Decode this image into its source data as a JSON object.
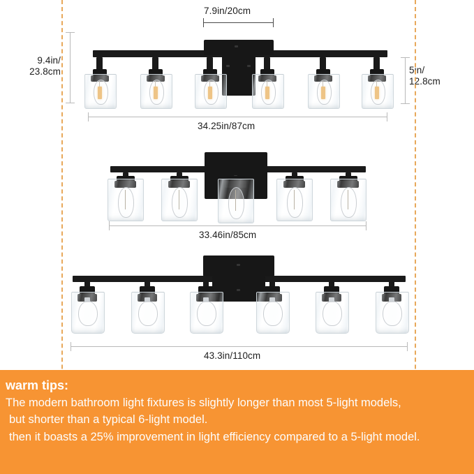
{
  "page": {
    "title": "Bathroom vanity light fixture dimension diagram",
    "background_color": "#ffffff",
    "rail_color": "#e8a85a"
  },
  "fixtures": [
    {
      "id": "six-light-87cm",
      "light_count": 6,
      "dimensions": {
        "plate_width": "7.9in/20cm",
        "height": "9.4in/\n23.8cm",
        "height_line1": "9.4in/",
        "height_line2": "23.8cm",
        "shade_height": "5in/\n12.8cm",
        "shade_height_line1": "5in/",
        "shade_height_line2": "12.8cm",
        "width": "34.25in/87cm"
      }
    },
    {
      "id": "five-light-85cm",
      "light_count": 5,
      "dimensions": {
        "width": "33.46in/85cm"
      }
    },
    {
      "id": "six-light-110cm",
      "light_count": 6,
      "dimensions": {
        "width": "43.3in/110cm"
      }
    }
  ],
  "tips": {
    "title": "warm tips:",
    "lines": [
      "The modern bathroom light fixtures is slightly longer than most 5-light models,",
      "but shorter than a typical 6-light model.",
      "then it boasts a 25% improvement in light efficiency compared to a 5-light model."
    ],
    "background_color": "#f79433",
    "text_color": "#ffffff"
  }
}
